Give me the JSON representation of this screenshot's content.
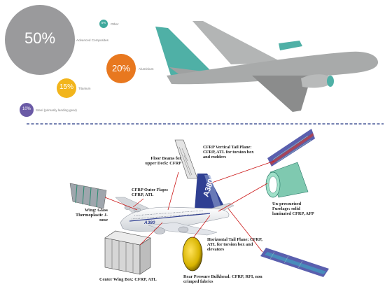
{
  "composition": {
    "items": [
      {
        "percent": "50%",
        "label": "Advanced Composites",
        "color": "#9a9a9c"
      },
      {
        "percent": "20%",
        "label": "Aluminium",
        "color": "#e8781f"
      },
      {
        "percent": "15%",
        "label": "Titanium",
        "color": "#f2b51c"
      },
      {
        "percent": "10%",
        "label": "Steel (primarily landing gear)",
        "color": "#6a5aa6"
      },
      {
        "percent": "5%",
        "label": "Other",
        "color": "#3fa99d"
      }
    ]
  },
  "colors": {
    "aircraft_body": "#a8aaaa",
    "aircraft_dark": "#8b8c8c",
    "teal_composite": "#4fb0a6",
    "divider": "#4a5a9a",
    "pointer_line": "#cc1a1a"
  },
  "labels": {
    "floor_beams": "Floor Beams for upper Deck: CFRP",
    "vertical_tail": "CFRP Vertical Tail Plane: CFRP, ATL for torsion box and rudders",
    "outer_flaps": "CFRP Outer Flaps: CFRP, ATL",
    "wing": "Wing: Glass Thermoplastic J-nose",
    "fuselage": "Un-pressurized Fuselage: solid laminated CFRP, AFP",
    "horizontal_tail": "Horizontal Tail Plane: CFRP, ATL for torsion box and elevators",
    "center_wing_box": "Center Wing Box: CFRP, ATL",
    "rear_bulkhead": "Rear Pressure Bulkhead: CFRP, RFI, non crimped fabrics"
  },
  "aircraft_markings": {
    "tail_text": "A380",
    "fuselage_text": "A380"
  }
}
